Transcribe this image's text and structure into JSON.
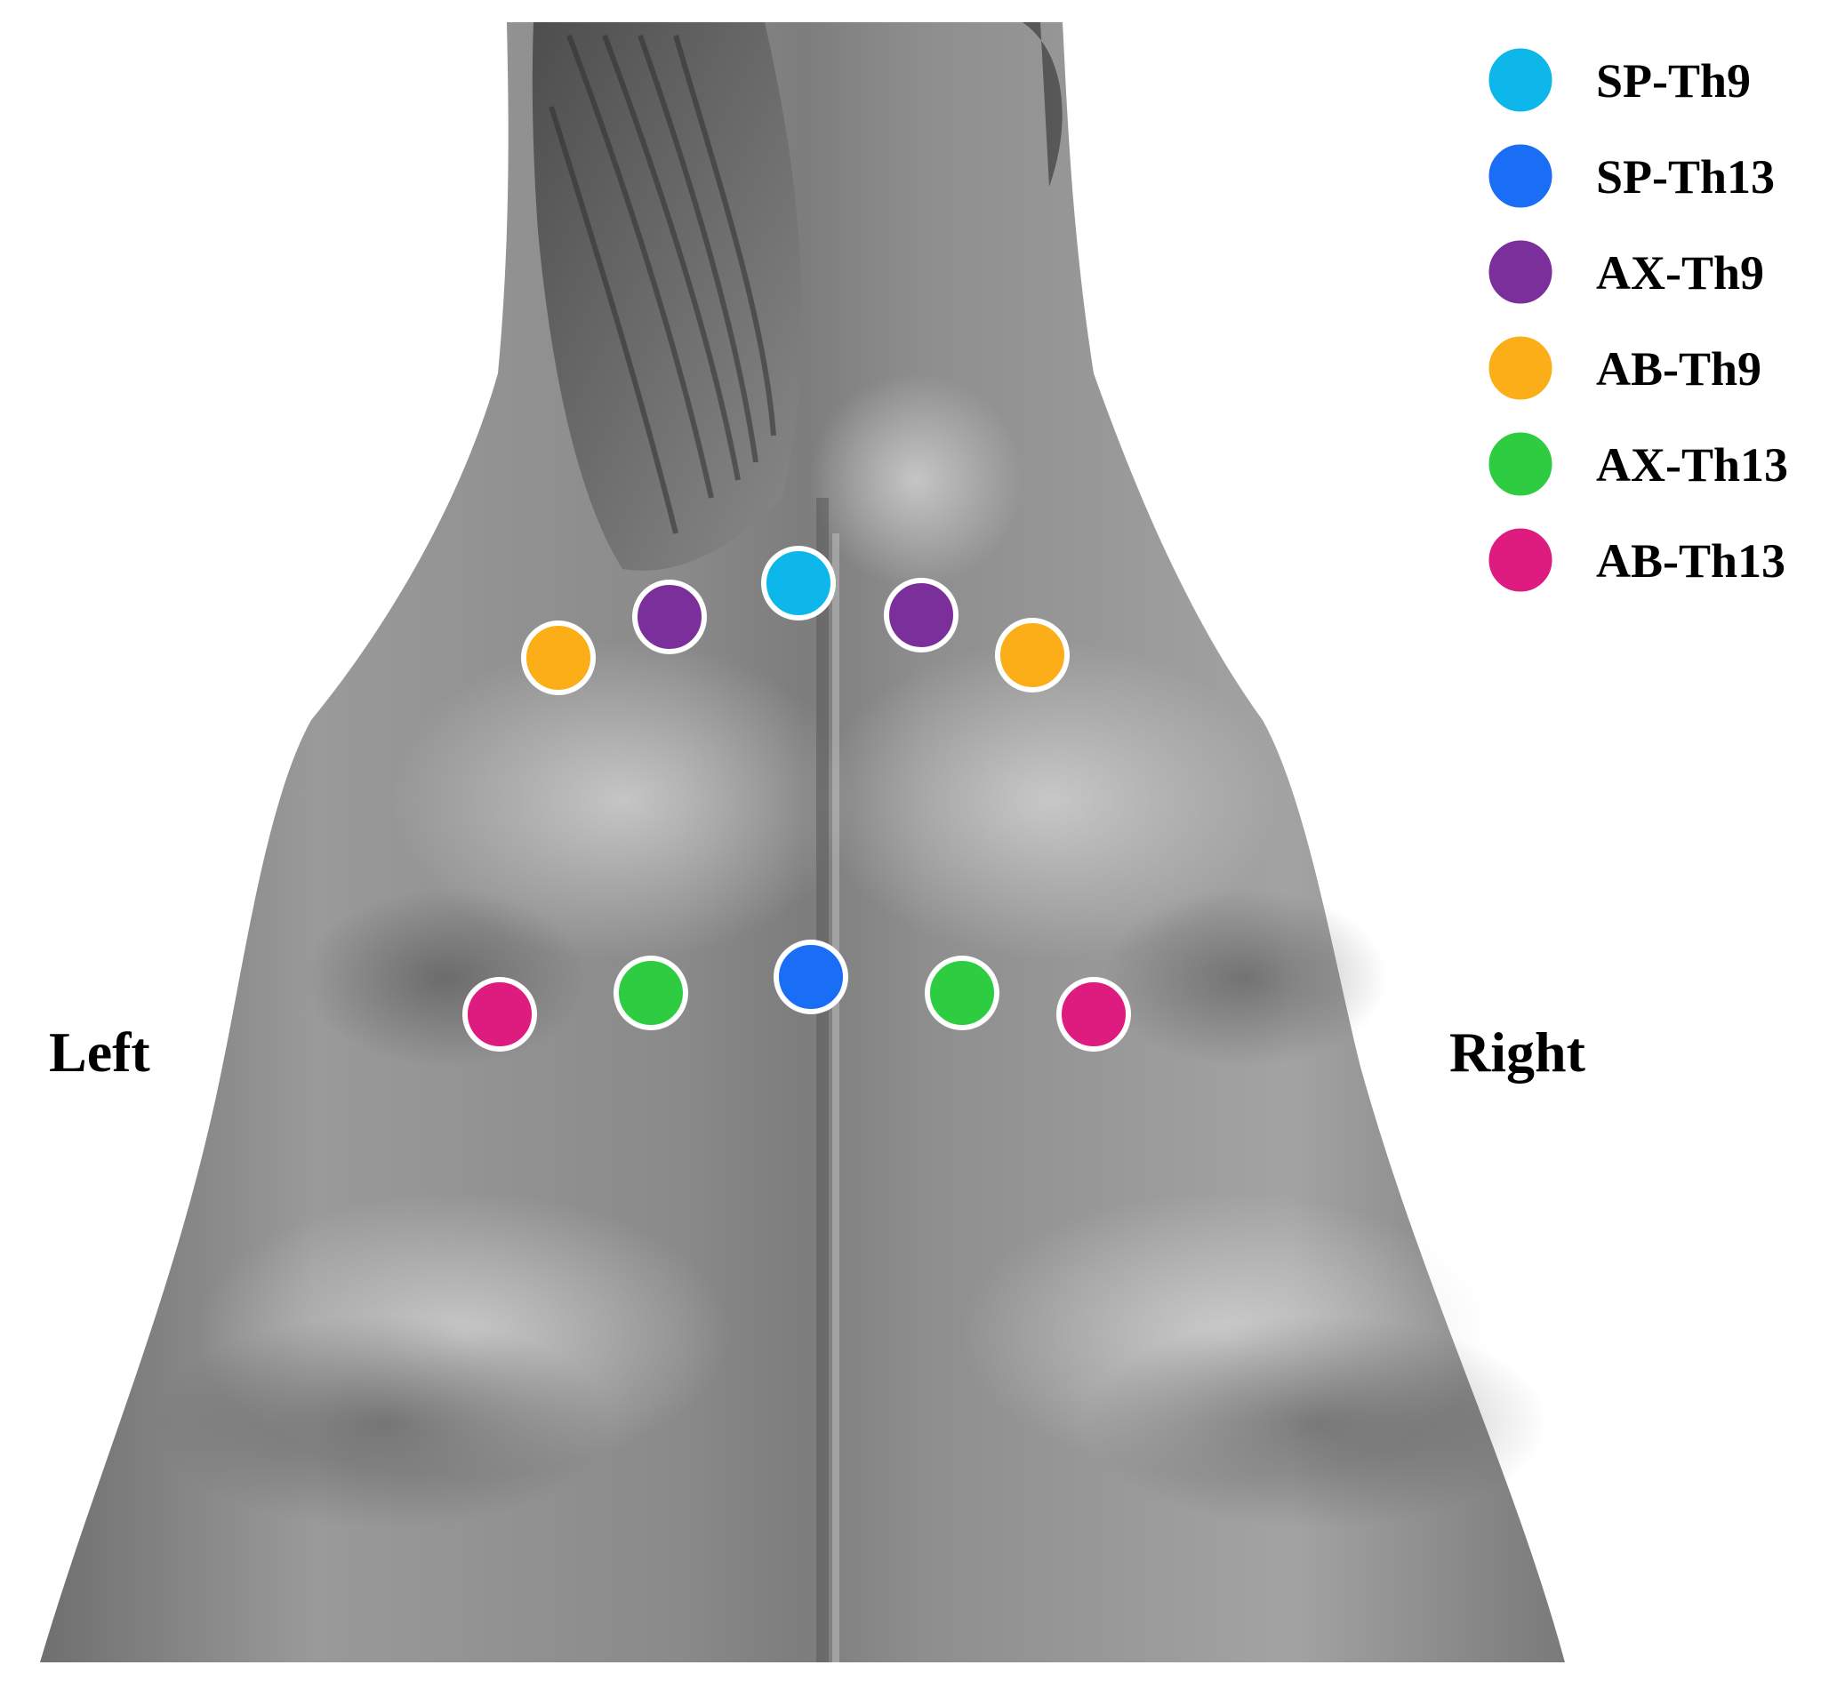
{
  "labels": {
    "left": "Left",
    "right": "Right"
  },
  "legend": [
    {
      "key": "sp_th9",
      "label": "SP-Th9",
      "color": "#0db7ea"
    },
    {
      "key": "sp_th13",
      "label": "SP-Th13",
      "color": "#1a6ef5"
    },
    {
      "key": "ax_th9",
      "label": "AX-Th9",
      "color": "#7b2f9b"
    },
    {
      "key": "ab_th9",
      "label": "AB-Th9",
      "color": "#fbae17"
    },
    {
      "key": "ax_th13",
      "label": "AX-Th13",
      "color": "#2ecc40"
    },
    {
      "key": "ab_th13",
      "label": "AB-Th13",
      "color": "#de1c7f"
    }
  ],
  "markers": [
    {
      "key": "ab_th9",
      "side": "left"
    },
    {
      "key": "ax_th9",
      "side": "left"
    },
    {
      "key": "sp_th9",
      "side": "midline"
    },
    {
      "key": "ax_th9",
      "side": "right"
    },
    {
      "key": "ab_th9",
      "side": "right"
    },
    {
      "key": "ab_th13",
      "side": "left"
    },
    {
      "key": "ax_th13",
      "side": "left"
    },
    {
      "key": "sp_th13",
      "side": "midline"
    },
    {
      "key": "ax_th13",
      "side": "right"
    },
    {
      "key": "ab_th13",
      "side": "right"
    }
  ],
  "figure": {
    "subject": "horse back, dorsal view",
    "marker_outline": "#ffffff"
  }
}
